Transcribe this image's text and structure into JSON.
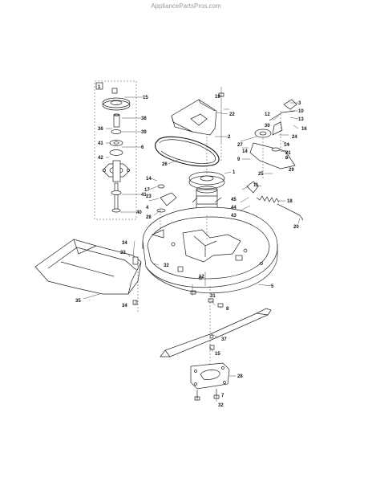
{
  "watermark": "AppliancePartsPros.com",
  "inset_box_label": "1",
  "callouts": [
    {
      "id": "c15a",
      "text": "15"
    },
    {
      "id": "c38",
      "text": "38"
    },
    {
      "id": "c36",
      "text": "36"
    },
    {
      "id": "c39",
      "text": "39"
    },
    {
      "id": "c41a",
      "text": "41"
    },
    {
      "id": "c6a",
      "text": "6"
    },
    {
      "id": "c42",
      "text": "42"
    },
    {
      "id": "c41b",
      "text": "41"
    },
    {
      "id": "c40",
      "text": "40"
    },
    {
      "id": "c1",
      "text": "1"
    },
    {
      "id": "c19",
      "text": "19"
    },
    {
      "id": "c22",
      "text": "22"
    },
    {
      "id": "c2",
      "text": "2"
    },
    {
      "id": "c26",
      "text": "26"
    },
    {
      "id": "c3",
      "text": "3"
    },
    {
      "id": "c10",
      "text": "10"
    },
    {
      "id": "c12",
      "text": "12"
    },
    {
      "id": "c30",
      "text": "30"
    },
    {
      "id": "c13",
      "text": "13"
    },
    {
      "id": "c16",
      "text": "16"
    },
    {
      "id": "c14a",
      "text": "14"
    },
    {
      "id": "c24",
      "text": "24"
    },
    {
      "id": "c27",
      "text": "27"
    },
    {
      "id": "c14b",
      "text": "14"
    },
    {
      "id": "c6b",
      "text": "6"
    },
    {
      "id": "c21",
      "text": "21"
    },
    {
      "id": "c9",
      "text": "9"
    },
    {
      "id": "c29",
      "text": "29"
    },
    {
      "id": "c25",
      "text": "25"
    },
    {
      "id": "c14c",
      "text": "14"
    },
    {
      "id": "c17",
      "text": "17"
    },
    {
      "id": "c23",
      "text": "23"
    },
    {
      "id": "c4",
      "text": "4"
    },
    {
      "id": "c28a",
      "text": "28"
    },
    {
      "id": "c11",
      "text": "11"
    },
    {
      "id": "c45",
      "text": "45"
    },
    {
      "id": "c44",
      "text": "44"
    },
    {
      "id": "c43",
      "text": "43"
    },
    {
      "id": "c18",
      "text": "18"
    },
    {
      "id": "c20",
      "text": "20"
    },
    {
      "id": "c34a",
      "text": "34"
    },
    {
      "id": "c33",
      "text": "33"
    },
    {
      "id": "c32a",
      "text": "32"
    },
    {
      "id": "c35",
      "text": "35"
    },
    {
      "id": "c34b",
      "text": "34"
    },
    {
      "id": "c12b",
      "text": "12"
    },
    {
      "id": "c5",
      "text": "5"
    },
    {
      "id": "c31",
      "text": "31"
    },
    {
      "id": "c8",
      "text": "8"
    },
    {
      "id": "c37",
      "text": "37"
    },
    {
      "id": "c15b",
      "text": "15"
    },
    {
      "id": "c28b",
      "text": "28"
    },
    {
      "id": "c32b",
      "text": "32"
    },
    {
      "id": "c7",
      "text": "7"
    }
  ]
}
